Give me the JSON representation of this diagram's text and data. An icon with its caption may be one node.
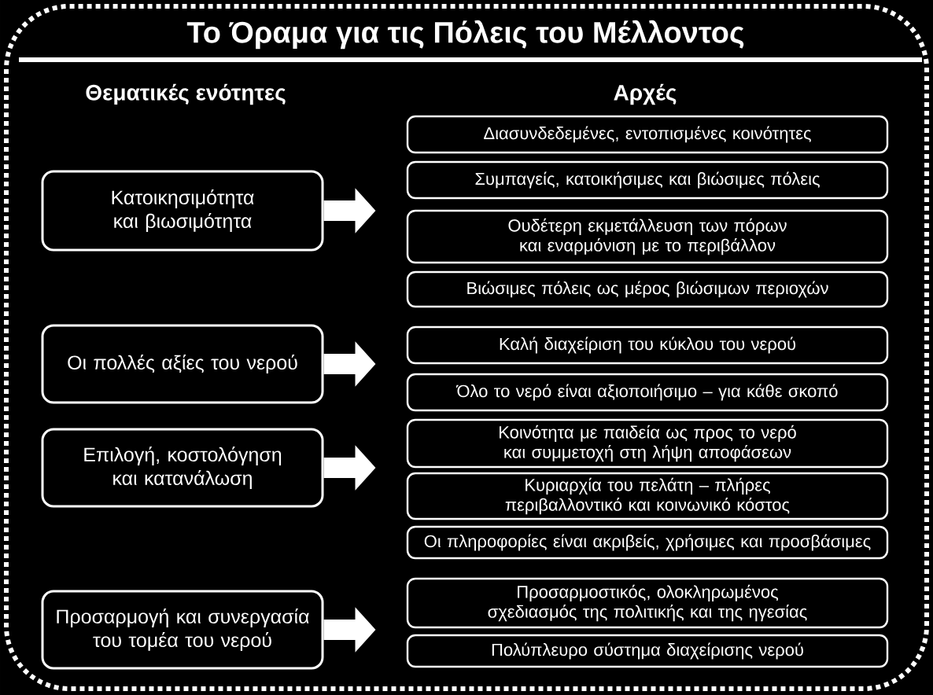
{
  "diagram": {
    "title": "Το Όραμα για τις Πόλεις του Μέλλοντος",
    "nodes": [
      {
        "text": [
          "Κατοικησιμότητα και βιωσιμότητα"
        ]
      },
      {
        "text": [
          "Οι πολλές αξίες του νερού"
        ]
      },
      {
        "text": [
          "Επιλογή, κοστολόγηση και κατανάλωση"
        ]
      },
      {
        "text": [
          "Προσαρμογή και συνεργασία του τομέα του νερού"
        ]
      },
      {
        "text": [
          "Διασυνδεδεμένες, εντοπισμένες κοινότητες"
        ]
      },
      {
        "text": [
          "Συμπαγείς, κατοικήσιμες και βιώσιμες πόλεις"
        ]
      },
      {
        "text": [
          "Ουδέτερη εκμετάλλευση των πόρων και εναρμόνιση με το περιβάλλον"
        ]
      },
      {
        "text": [
          "Βιώσιμες πόλεις ως μέρος βιώσιμων περιοχών"
        ]
      },
      {
        "text": [
          "Καλή διαχείριση του κύκλου του νερού"
        ]
      },
      {
        "text": [
          "Όλο το νερό είναι αξιοποιήσιμο – για κάθε σκοπό"
        ]
      },
      {
        "text": [
          "Κοινότητα με παιδεία ως προς το νερό και συμμετοχή στη λήψη αποφάσεων"
        ]
      },
      {
        "text": [
          "Κυριαρχία του πελάτη – πλήρες περιβαλλοντικό και κοινωνικό κόστος"
        ]
      },
      {
        "text": [
          "Οι πληροφορίες είναι ακριβείς, χρήσιμες και προσβάσιμες"
        ]
      },
      {
        "text": [
          "Προσαρμοστικός, ολοκληρωμένος σχεδιασμός της πολιτικής και της ηγεσίας"
        ]
      },
      {
        "text": [
          "Πολύπλευρο σύστημα διαχείρισης νερού"
        ]
      }
    ],
    "edges": [
      {
        "from": 0,
        "to": null,
        "arrow": "to"
      },
      {
        "from": 1,
        "to": null,
        "arrow": "to"
      },
      {
        "from": 2,
        "to": null,
        "arrow": "to"
      },
      {
        "from": 3,
        "to": null,
        "arrow": "to"
      }
    ],
    "labels": [
      "Θεματικές ενότητες",
      "Αρχές"
    ]
  }
}
